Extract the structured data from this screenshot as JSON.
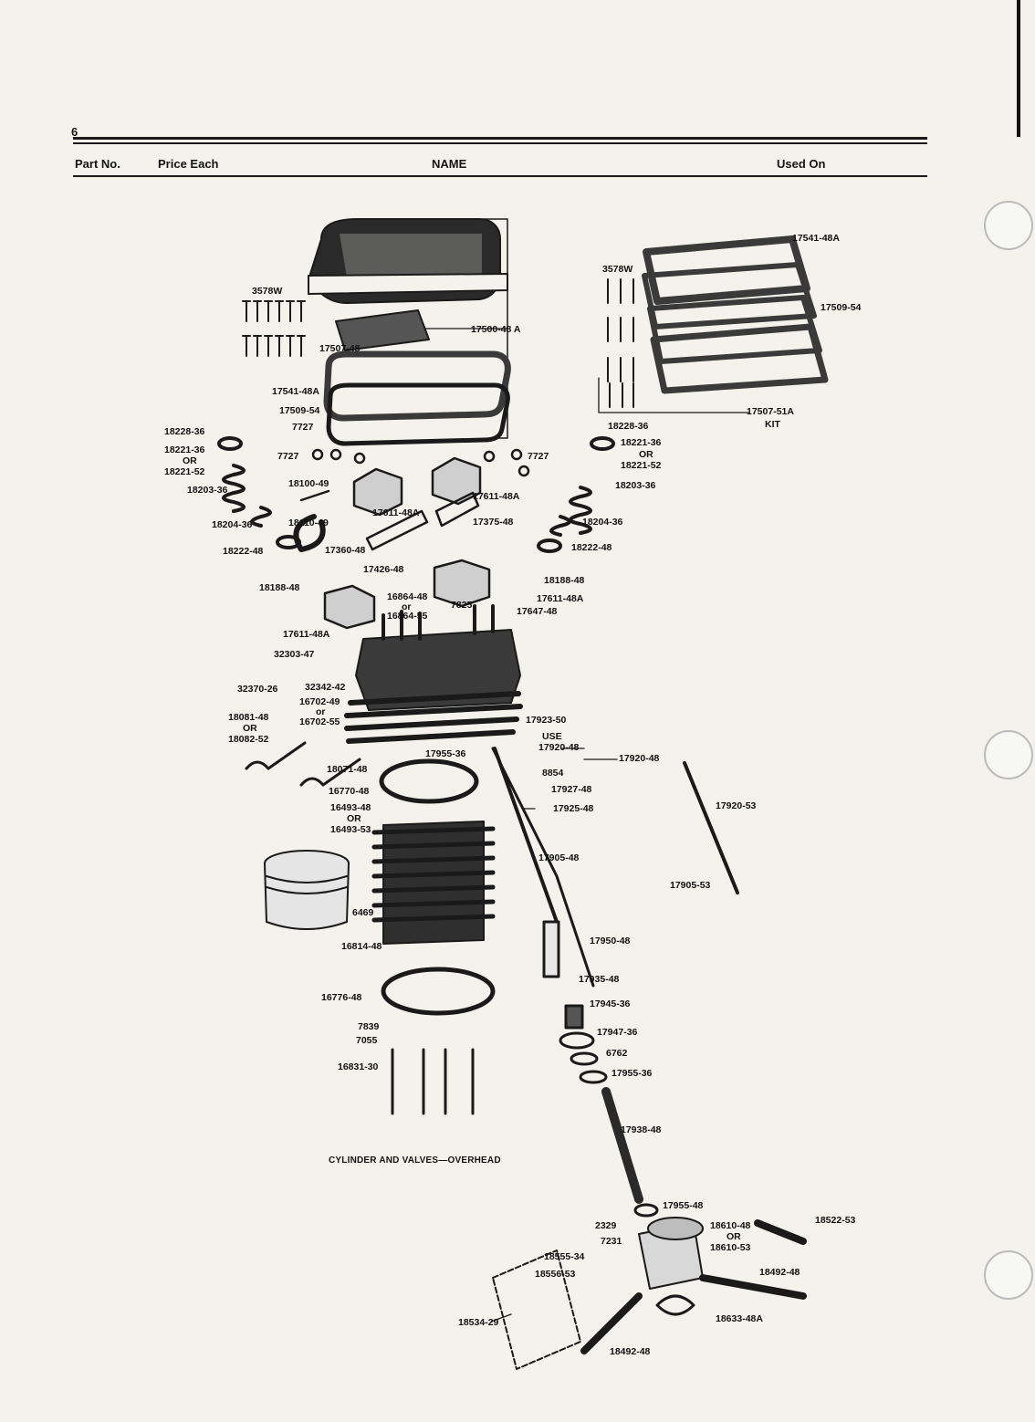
{
  "page": {
    "number": "6",
    "header": {
      "part_no": "Part No.",
      "price_each": "Price Each",
      "name": "NAME",
      "used_on": "Used On"
    }
  },
  "diagram": {
    "caption": "CYLINDER AND VALVES—OVERHEAD",
    "labels": {
      "l17541_48a_right": "17541-48A",
      "l3578w_right": "3578W",
      "l17509_54_right": "17509-54",
      "l3578w_left": "3578W",
      "l17500_48a": "17500-48 A",
      "l17507_48": "17507-48",
      "l17541_48a_left": "17541-48A",
      "l17509_54_left": "17509-54",
      "l7727_a": "7727",
      "l7727_b": "7727",
      "l7727_c": "7727",
      "l17507_51a": "17507-51A",
      "l_kit": "KIT",
      "l18228_36_left": "18228-36",
      "l18221_36_left": "18221-36",
      "l_or_1": "OR",
      "l18221_52_left": "18221-52",
      "l18228_36_right": "18228-36",
      "l18221_36_right": "18221-36",
      "l_or_2": "OR",
      "l18221_52_right": "18221-52",
      "l18203_36_left": "18203-36",
      "l18100_49": "18100-49",
      "l17611_48a_top": "17611-48A",
      "l18203_36_right": "18203-36",
      "l17611_48a_mid": "17611-48A",
      "l18204_36_left": "18204-36",
      "l18110_49": "18110-49",
      "l17375_48": "17375-48",
      "l18204_36_right": "18204-36",
      "l18222_48_left": "18222-48",
      "l17360_48": "17360-48",
      "l18222_48_right": "18222-48",
      "l17426_48": "17426-48",
      "l18188_48_left": "18188-48",
      "l18188_48_right": "18188-48",
      "l16864_48": "16864-48",
      "l_or_3": "or",
      "l16864_55": "16864-55",
      "l7825": "7825",
      "l17611_48a_right": "17611-48A",
      "l17647_48": "17647-48",
      "l17611_48a_low": "17611-48A",
      "l32303_47": "32303-47",
      "l32370_26": "32370-26",
      "l32342_42": "32342-42",
      "l16702_49": "16702-49",
      "l_or_4": "or",
      "l16702_55": "16702-55",
      "l18081_48": "18081-48",
      "l_or_5": "OR",
      "l18082_52": "18082-52",
      "l17923_50": "17923-50",
      "l_use": "USE",
      "l17920_48_a": "17920-48",
      "l17920_48_b": "17920-48",
      "l17955_36_a": "17955-36",
      "l8854": "8854",
      "l17927_48": "17927-48",
      "l17925_48": "17925-48",
      "l18071_48": "18071-48",
      "l16770_48": "16770-48",
      "l16493_48": "16493-48",
      "l_or_6": "OR",
      "l16493_53": "16493-53",
      "l17920_53": "17920-53",
      "l17905_48": "17905-48",
      "l17905_53": "17905-53",
      "l6469": "6469",
      "l16814_48": "16814-48",
      "l17950_48": "17950-48",
      "l16776_48": "16776-48",
      "l17935_48": "17935-48",
      "l17945_36": "17945-36",
      "l7839": "7839",
      "l7055": "7055",
      "l17947_36": "17947-36",
      "l16831_30": "16831-30",
      "l6762": "6762",
      "l17955_36_b": "17955-36",
      "l17938_48": "17938-48",
      "l17955_48": "17955-48",
      "l2329": "2329",
      "l7231": "7231",
      "l18610_48": "18610-48",
      "l_or_7": "OR",
      "l18610_53": "18610-53",
      "l18522_53": "18522-53",
      "l18555_34": "18555-34",
      "l18556_53": "18556-53",
      "l18492_48_a": "18492-48",
      "l18534_29": "18534-29",
      "l18633_48a": "18633-48A",
      "l18492_48_b": "18492-48"
    }
  }
}
